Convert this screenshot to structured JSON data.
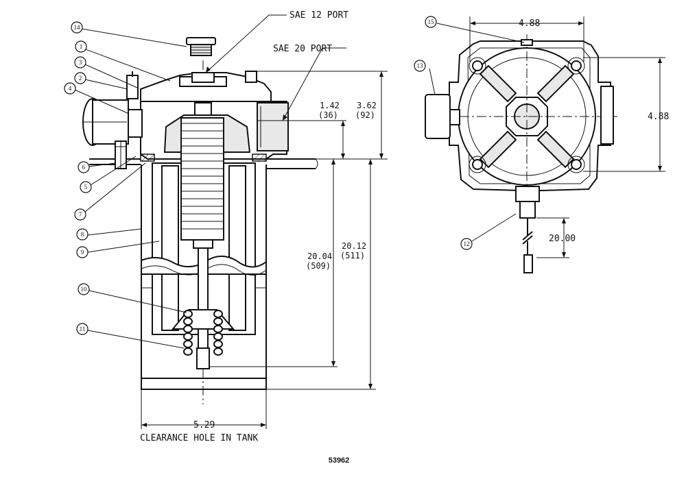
{
  "port_labels": {
    "sae12": "SAE 12 PORT",
    "sae20": "SAE 20 PORT"
  },
  "dimensions": {
    "d142": "1.42",
    "d142_mm": "(36)",
    "d362": "3.62",
    "d362_mm": "(92)",
    "d2004": "20.04",
    "d2004_mm": "(509)",
    "d2012": "20.12",
    "d2012_mm": "(511)",
    "d529": "5.29",
    "clearance": "CLEARANCE HOLE IN TANK",
    "d488_top": "4.88",
    "d488_side": "4.88",
    "d2000": "20.00"
  },
  "callouts": [
    "1",
    "2",
    "3",
    "4",
    "5",
    "6",
    "7",
    "8",
    "9",
    "10",
    "11",
    "12",
    "13",
    "14",
    "15"
  ],
  "drawing_number": "53962"
}
